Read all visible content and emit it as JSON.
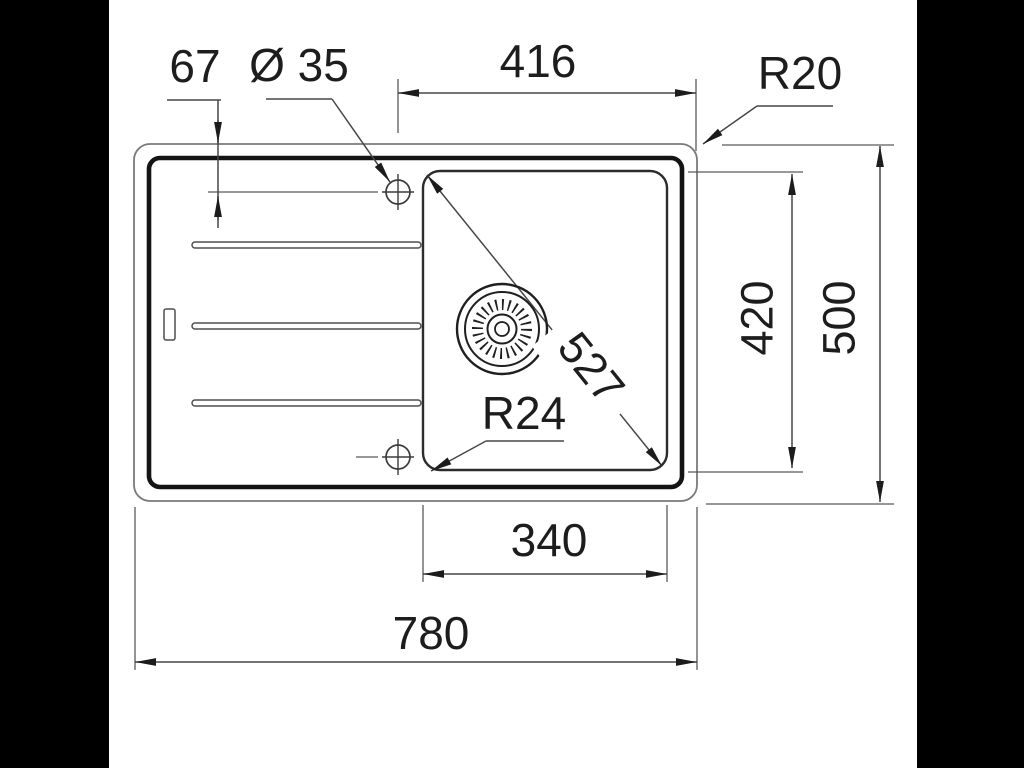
{
  "drawing": {
    "type": "sink-installation-plan-view",
    "canvas_color": "#ffffff",
    "matte_color": "#000000",
    "line_color": "#2c2c2c",
    "text_color": "#1d1d1d"
  },
  "labels": {
    "hole_offset": "67",
    "hole_diameter": "Ø 35",
    "hole_to_edge": "416",
    "rim_corner_radius": "R20",
    "bowl_depth": "420",
    "overall_depth": "500",
    "bowl_diagonal": "527",
    "bowl_corner_radius": "R24",
    "bowl_width": "340",
    "overall_width": "780"
  }
}
